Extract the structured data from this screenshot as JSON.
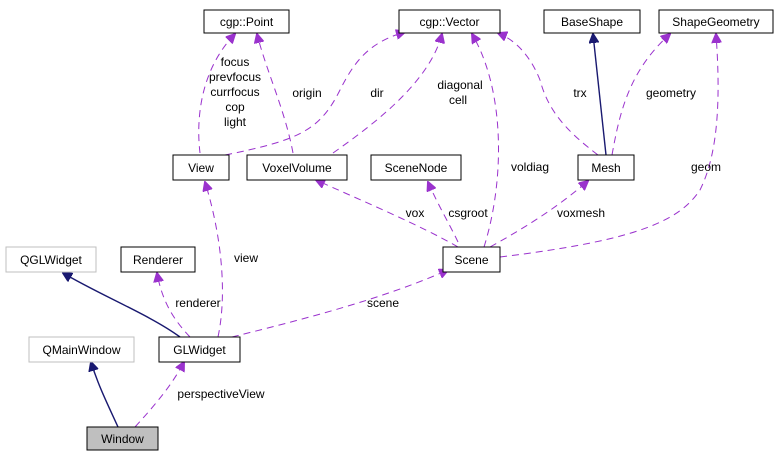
{
  "diagram": {
    "colors": {
      "usage_edge": "#9a32cd",
      "inherit_edge": "#191970",
      "node_border": "#000000",
      "external_border": "#bfbfbf",
      "current_fill": "#bfbfbf"
    },
    "nodes": {
      "cgp_point": "cgp::Point",
      "cgp_vector": "cgp::Vector",
      "baseshape": "BaseShape",
      "shapegeometry": "ShapeGeometry",
      "view": "View",
      "voxelvolume": "VoxelVolume",
      "scenenode": "SceneNode",
      "mesh": "Mesh",
      "qglwidget": "QGLWidget",
      "renderer": "Renderer",
      "scene": "Scene",
      "qmainwindow": "QMainWindow",
      "glwidget": "GLWidget",
      "window": "Window"
    },
    "edge_labels": {
      "view_point": [
        "focus",
        "prevfocus",
        "currfocus",
        "cop",
        "light"
      ],
      "voxel_point": "origin",
      "view_vector": "dir",
      "voxel_vector": [
        "diagonal",
        "cell"
      ],
      "scene_vector": "voldiag",
      "mesh_vector": "trx",
      "mesh_geometry": "geometry",
      "scene_geometry": "geom",
      "glwidget_view": "view",
      "scene_voxel": "vox",
      "scene_scenenode": "csgroot",
      "scene_mesh": "voxmesh",
      "glwidget_renderer": "renderer",
      "glwidget_scene": "scene",
      "window_glwidget": "perspectiveView"
    }
  }
}
